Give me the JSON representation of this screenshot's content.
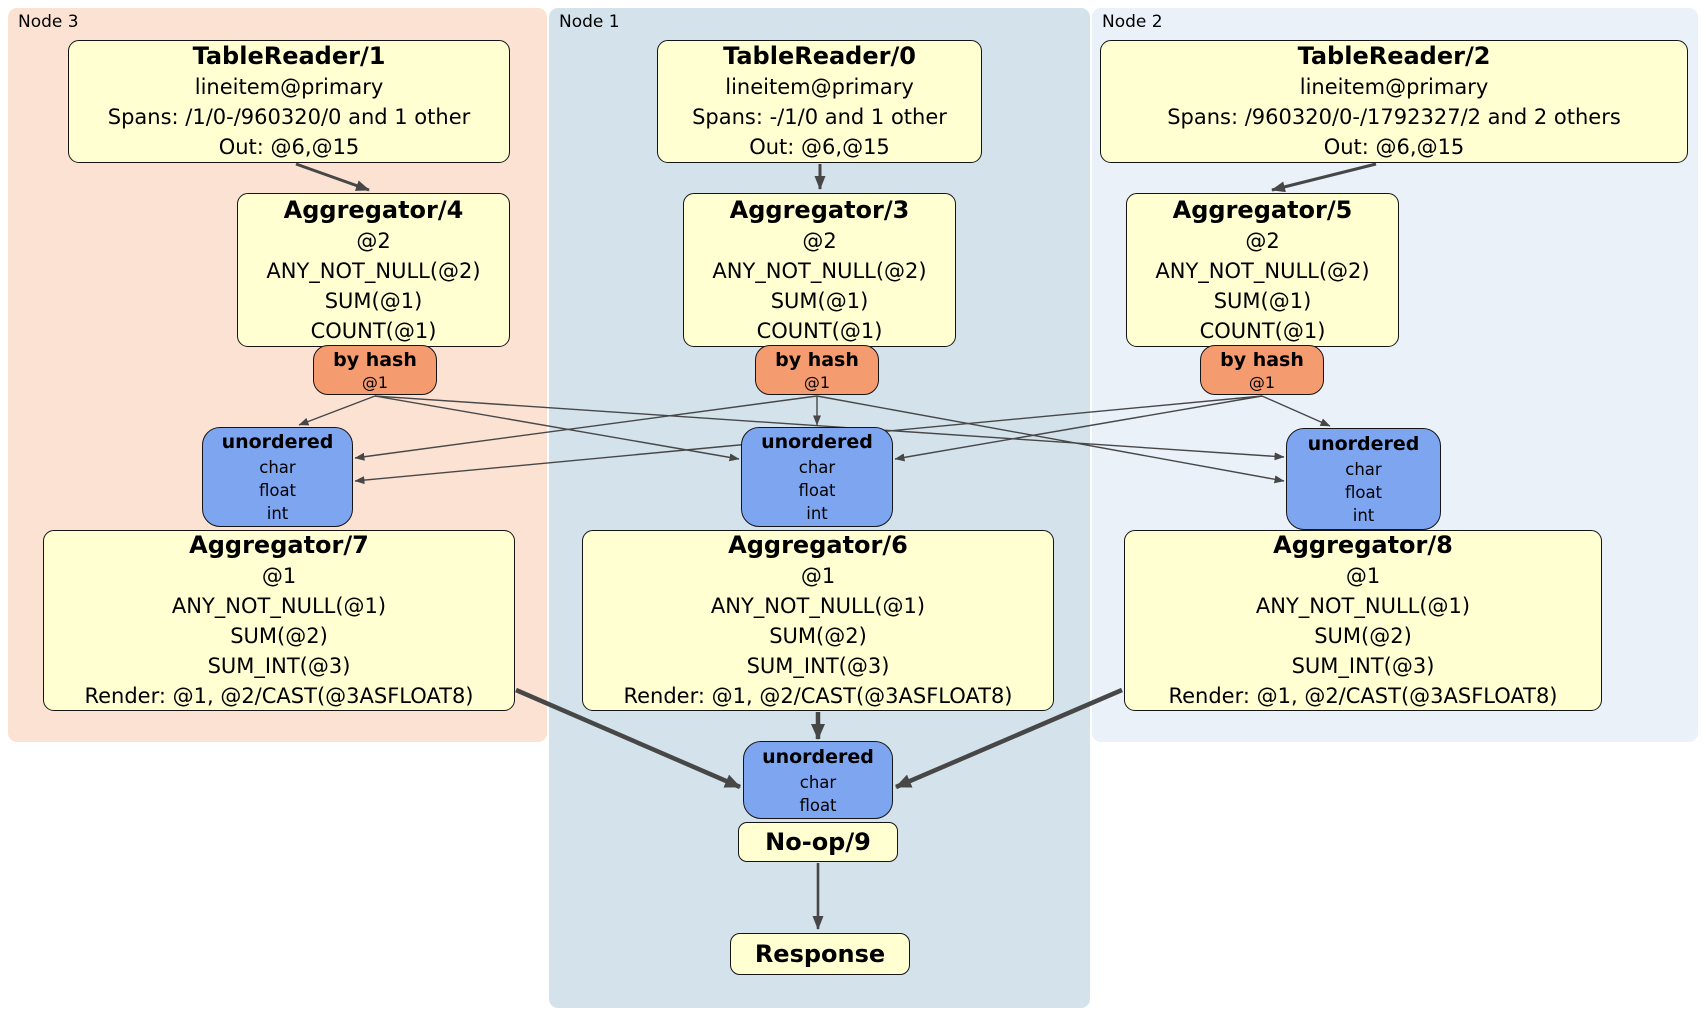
{
  "panels": [
    {
      "label": "Node 3"
    },
    {
      "label": "Node 1"
    },
    {
      "label": "Node 2"
    }
  ],
  "colors": {
    "panel_node3": "#FBE2D3",
    "panel_node1": "#D4E2EB",
    "panel_node2": "#EAF1F9",
    "processor_fill": "#FFFFD2",
    "router_fill": "#F59B70",
    "sync_fill": "#7EA6F0",
    "edge": "#474747"
  },
  "nodes": {
    "tr1": {
      "title": "TableReader/1",
      "lines": [
        "lineitem@primary",
        "Spans: /1/0-/960320/0 and 1 other",
        "Out: @6,@15"
      ]
    },
    "tr0": {
      "title": "TableReader/0",
      "lines": [
        "lineitem@primary",
        "Spans: -/1/0 and 1 other",
        "Out: @6,@15"
      ]
    },
    "tr2": {
      "title": "TableReader/2",
      "lines": [
        "lineitem@primary",
        "Spans: /960320/0-/1792327/2 and 2 others",
        "Out: @6,@15"
      ]
    },
    "agg4": {
      "title": "Aggregator/4",
      "lines": [
        "@2",
        "ANY_NOT_NULL(@2)",
        "SUM(@1)",
        "COUNT(@1)"
      ]
    },
    "agg3": {
      "title": "Aggregator/3",
      "lines": [
        "@2",
        "ANY_NOT_NULL(@2)",
        "SUM(@1)",
        "COUNT(@1)"
      ]
    },
    "agg5": {
      "title": "Aggregator/5",
      "lines": [
        "@2",
        "ANY_NOT_NULL(@2)",
        "SUM(@1)",
        "COUNT(@1)"
      ]
    },
    "agg7": {
      "title": "Aggregator/7",
      "lines": [
        "@1",
        "ANY_NOT_NULL(@1)",
        "SUM(@2)",
        "SUM_INT(@3)",
        "Render: @1, @2/CAST(@3ASFLOAT8)"
      ]
    },
    "agg6": {
      "title": "Aggregator/6",
      "lines": [
        "@1",
        "ANY_NOT_NULL(@1)",
        "SUM(@2)",
        "SUM_INT(@3)",
        "Render: @1, @2/CAST(@3ASFLOAT8)"
      ]
    },
    "agg8": {
      "title": "Aggregator/8",
      "lines": [
        "@1",
        "ANY_NOT_NULL(@1)",
        "SUM(@2)",
        "SUM_INT(@3)",
        "Render: @1, @2/CAST(@3ASFLOAT8)"
      ]
    },
    "hash3": {
      "title": "by hash",
      "sub": "@1"
    },
    "hash1": {
      "title": "by hash",
      "sub": "@1"
    },
    "hash2": {
      "title": "by hash",
      "sub": "@1"
    },
    "un3": {
      "title": "unordered",
      "items": [
        "char",
        "float",
        "int"
      ]
    },
    "un1": {
      "title": "unordered",
      "items": [
        "char",
        "float",
        "int"
      ]
    },
    "un2": {
      "title": "unordered",
      "items": [
        "char",
        "float",
        "int"
      ]
    },
    "unfinal": {
      "title": "unordered",
      "items": [
        "char",
        "float"
      ]
    },
    "noop": {
      "title": "No-op/9"
    },
    "response": {
      "title": "Response"
    }
  }
}
